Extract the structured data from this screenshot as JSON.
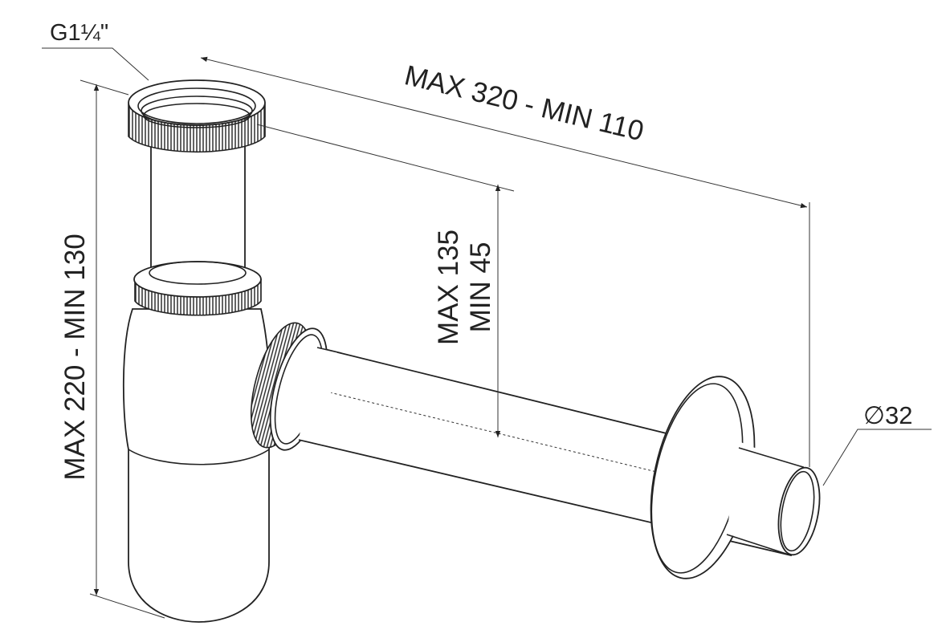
{
  "labels": {
    "thread": "G1¼\"",
    "length": "MAX 320 - MIN 110",
    "height": "MAX 220 - MIN 130",
    "offset_max": "MAX 135",
    "offset_min": "MIN 45",
    "diameter": "∅32"
  },
  "colors": {
    "line": "#222222",
    "background": "#ffffff"
  }
}
